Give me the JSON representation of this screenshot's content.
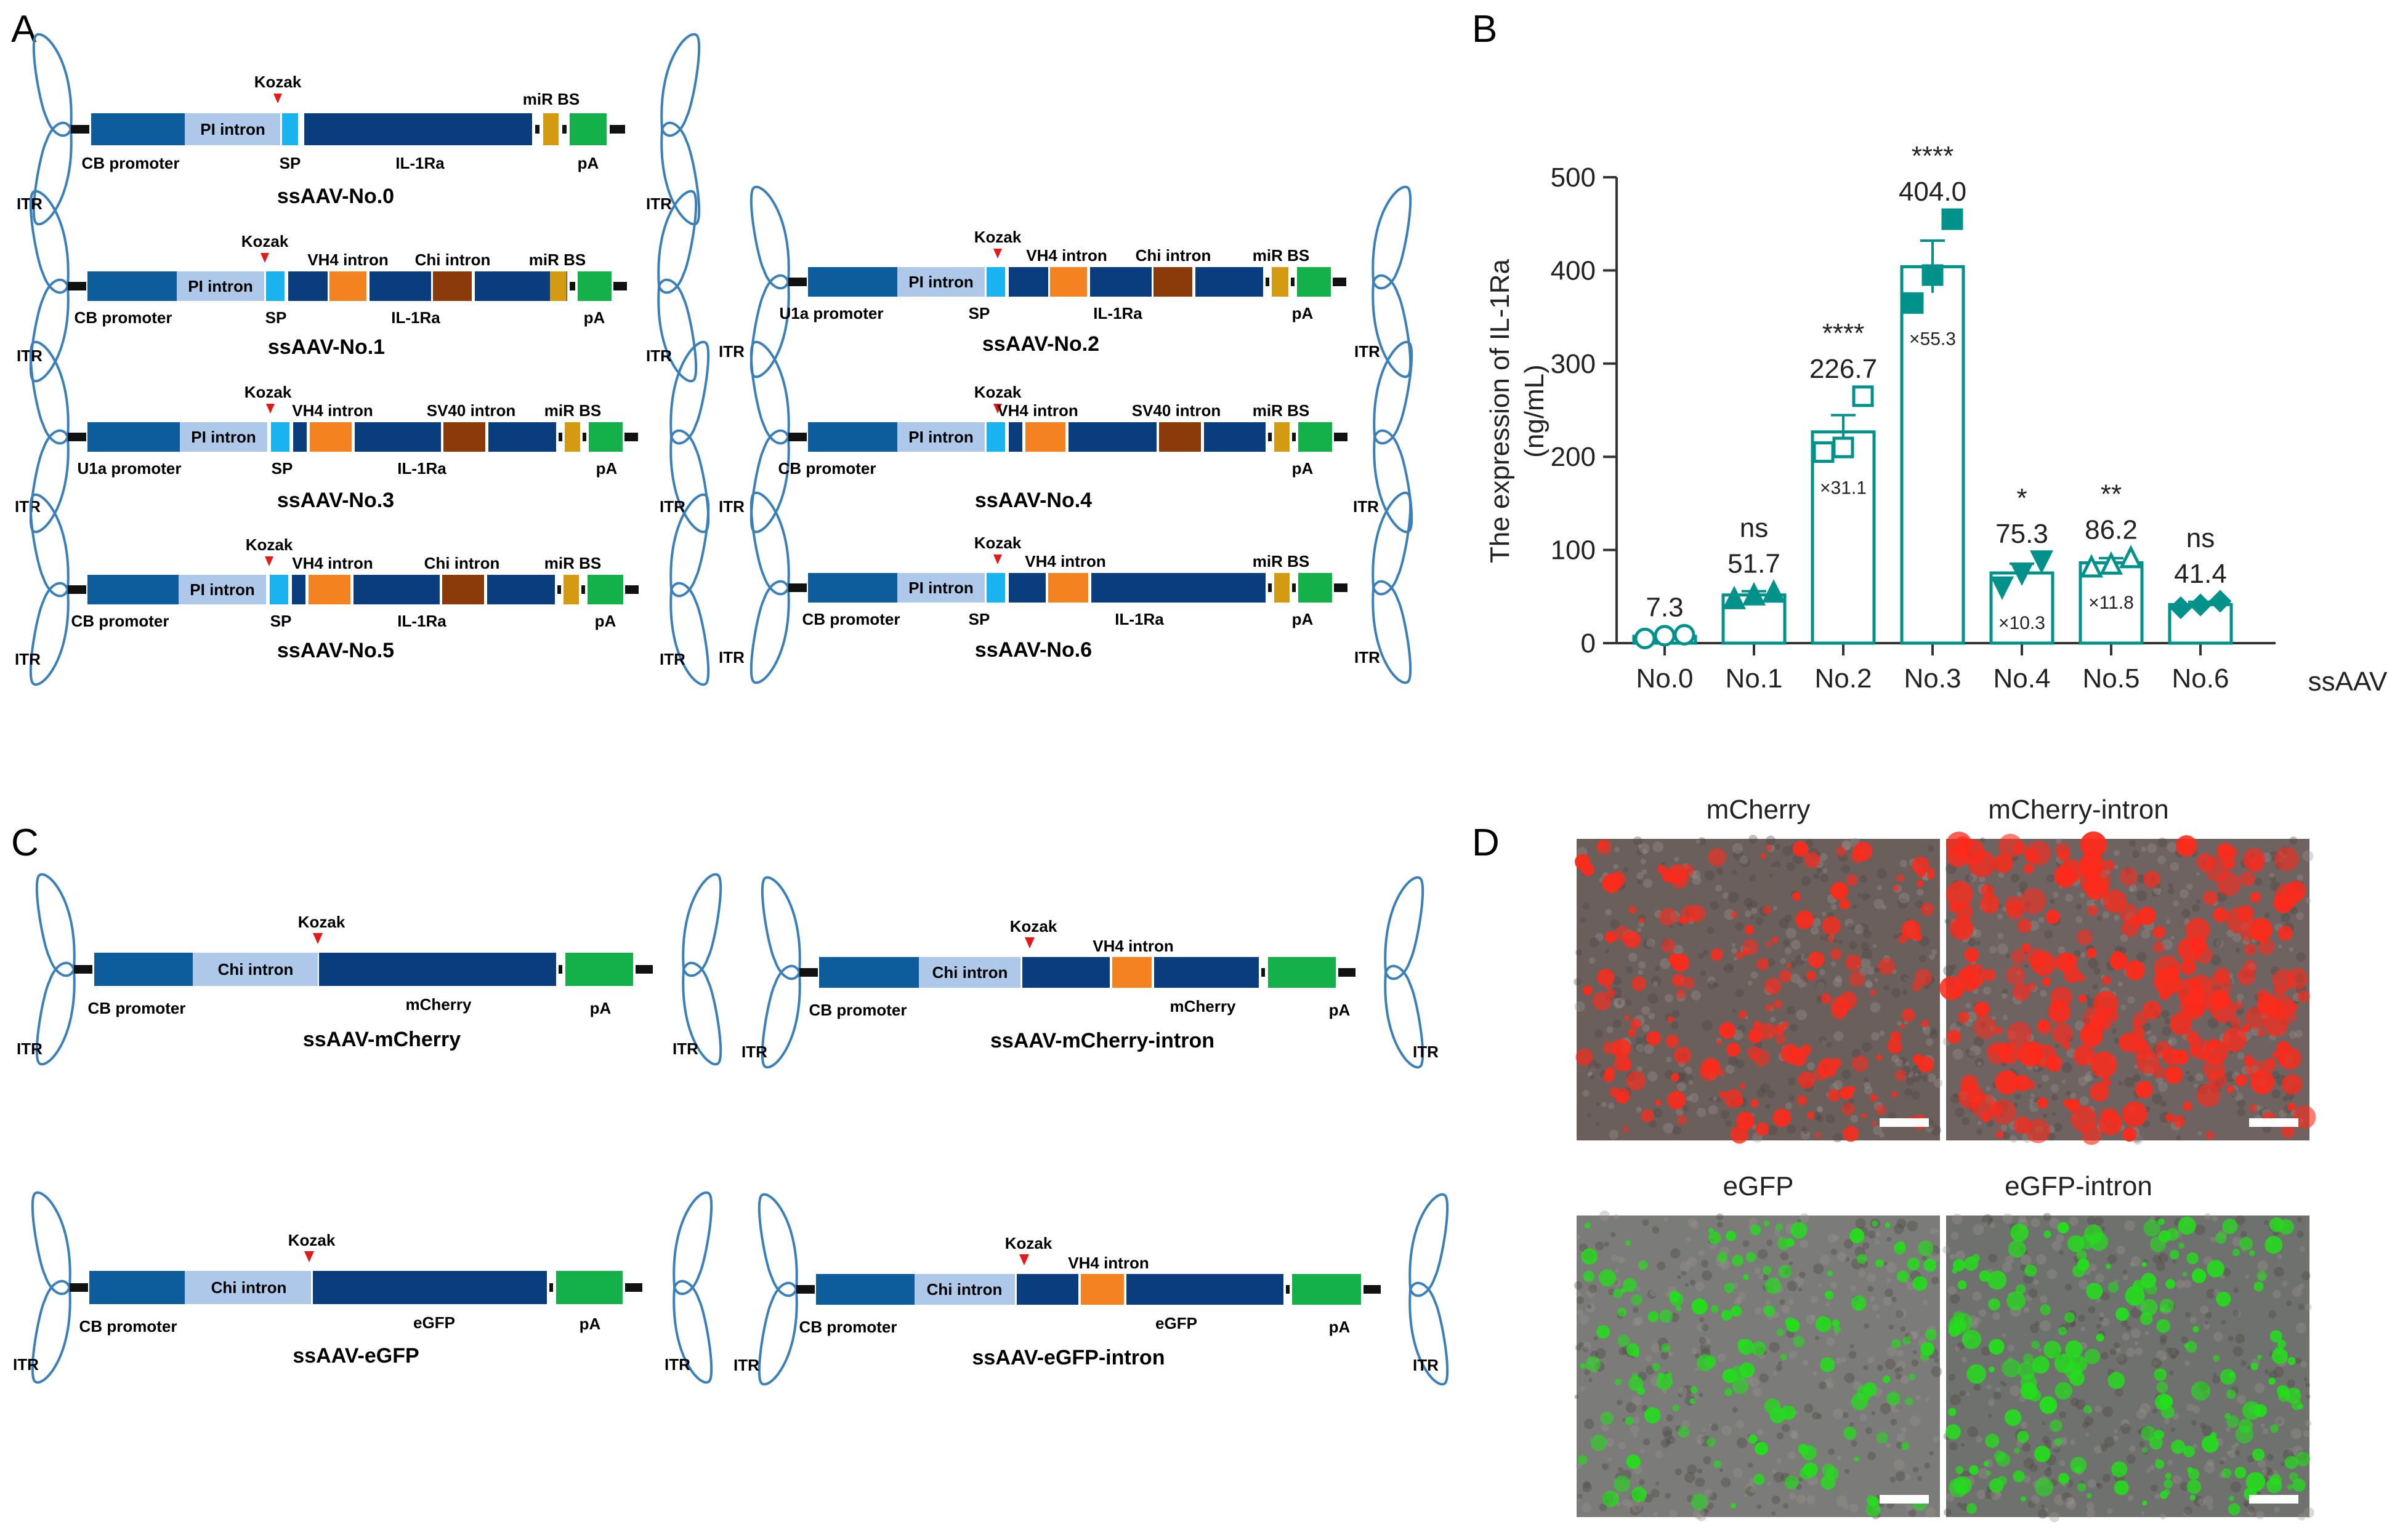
{
  "panels": {
    "a": "A",
    "b": "B",
    "c": "C",
    "d": "D"
  },
  "common": {
    "itr": "ITR",
    "kozak": "Kozak",
    "sp": "SP",
    "pa": "pA",
    "mir_bs": "miR BS"
  },
  "colors": {
    "promoter": "#0d5c9c",
    "pi_intron": "#adc8e8",
    "sp": "#19b3ef",
    "gene": "#0a3d7d",
    "vh4": "#f58220",
    "chi_intron": "#8b3a0a",
    "sv40": "#8b3a0a",
    "mir": "#d39a12",
    "pa": "#14b14b",
    "kozak_arrow": "#e31a1c",
    "chart_teal": "#00918a",
    "itr_line": "#3a7fb8"
  },
  "panel_a": {
    "constructs": [
      {
        "name": "ssAAV-No.0",
        "promoter": "CB promoter",
        "intron1": "PI intron",
        "gene": "IL-1Ra",
        "extra": []
      },
      {
        "name": "ssAAV-No.1",
        "promoter": "CB promoter",
        "intron1": "PI intron",
        "gene": "IL-1Ra",
        "extra": [
          "VH4 intron",
          "Chi intron"
        ]
      },
      {
        "name": "ssAAV-No.2",
        "promoter": "U1a promoter",
        "intron1": "PI intron",
        "gene": "IL-1Ra",
        "extra": [
          "VH4 intron",
          "Chi intron"
        ]
      },
      {
        "name": "ssAAV-No.3",
        "promoter": "U1a promoter",
        "intron1": "PI intron",
        "gene": "IL-1Ra",
        "extra": [
          "VH4 intron",
          "SV40 intron"
        ]
      },
      {
        "name": "ssAAV-No.4",
        "promoter": "CB promoter",
        "intron1": "PI intron",
        "gene": "IL-1Ra",
        "extra": [
          "VH4 intron",
          "SV40 intron"
        ]
      },
      {
        "name": "ssAAV-No.5",
        "promoter": "CB promoter",
        "intron1": "PI intron",
        "gene": "IL-1Ra",
        "extra": [
          "VH4 intron",
          "Chi intron"
        ]
      },
      {
        "name": "ssAAV-No.6",
        "promoter": "CB promoter",
        "intron1": "PI intron",
        "gene": "IL-1Ra",
        "extra": [
          "VH4 intron"
        ]
      }
    ]
  },
  "panel_c": {
    "constructs": [
      {
        "name": "ssAAV-mCherry",
        "promoter": "CB promoter",
        "intron1": "Chi intron",
        "gene": "mCherry"
      },
      {
        "name": "ssAAV-mCherry-intron",
        "promoter": "CB promoter",
        "intron1": "Chi intron",
        "gene": "mCherry",
        "vh4": "VH4 intron"
      },
      {
        "name": "ssAAV-eGFP",
        "promoter": "CB promoter",
        "intron1": "Chi intron",
        "gene": "eGFP"
      },
      {
        "name": "ssAAV-eGFP-intron",
        "promoter": "CB promoter",
        "intron1": "Chi intron",
        "gene": "eGFP",
        "vh4": "VH4 intron"
      }
    ]
  },
  "chart_data": {
    "type": "bar",
    "categories": [
      "No.0",
      "No.1",
      "No.2",
      "No.3",
      "No.4",
      "No.5",
      "No.6"
    ],
    "values": [
      7.3,
      51.7,
      226.7,
      404.0,
      75.3,
      86.2,
      41.4
    ],
    "value_labels": [
      "7.3",
      "51.7",
      "226.7",
      "404.0",
      "75.3",
      "86.2",
      "41.4"
    ],
    "significance": [
      "",
      "ns",
      "****",
      "****",
      "*",
      "**",
      "ns"
    ],
    "fold_change": [
      "",
      "",
      "×31.1",
      "×55.3",
      "×10.3",
      "×11.8",
      ""
    ],
    "errors": [
      1.5,
      4,
      18,
      28,
      10,
      5,
      3
    ],
    "points": [
      [
        5,
        8,
        9
      ],
      [
        48,
        52,
        55
      ],
      [
        205,
        210,
        265
      ],
      [
        365,
        395,
        455
      ],
      [
        60,
        75,
        88
      ],
      [
        82,
        85,
        92
      ],
      [
        38,
        41,
        45
      ]
    ],
    "markers": [
      "circle-open",
      "triangle-filled",
      "square-open",
      "square-filled",
      "triangle-down-filled",
      "triangle-open",
      "diamond-filled"
    ],
    "ylabel": "The expression of IL-1Ra",
    "ylabel_unit": "(ng/mL)",
    "xlabel": "ssAAV",
    "ylim": [
      0,
      500
    ],
    "yticks": [
      0,
      100,
      200,
      300,
      400,
      500
    ],
    "color": "#00918a"
  },
  "panel_d": {
    "images": [
      {
        "title": "mCherry",
        "fluor": "red"
      },
      {
        "title": "mCherry-intron",
        "fluor": "red"
      },
      {
        "title": "eGFP",
        "fluor": "green"
      },
      {
        "title": "eGFP-intron",
        "fluor": "green"
      }
    ]
  }
}
